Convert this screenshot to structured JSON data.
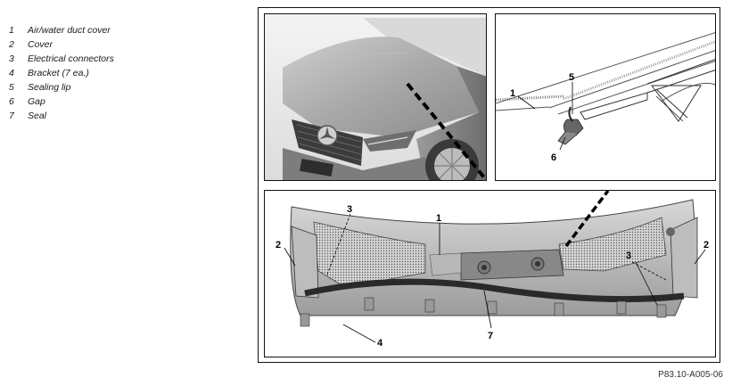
{
  "legend": [
    {
      "num": "1",
      "text": "Air/water duct cover"
    },
    {
      "num": "2",
      "text": "Cover"
    },
    {
      "num": "3",
      "text": "Electrical connectors"
    },
    {
      "num": "4",
      "text": "Bracket (7 ea.)"
    },
    {
      "num": "5",
      "text": "Sealing lip"
    },
    {
      "num": "6",
      "text": "Gap"
    },
    {
      "num": "7",
      "text": "Seal"
    }
  ],
  "callouts": {
    "detail": {
      "c1": "1",
      "c5": "5",
      "c6": "6"
    },
    "bottom": {
      "c3a": "3",
      "c1": "1",
      "c2a": "2",
      "c2b": "2",
      "c3b": "3",
      "c4": "4",
      "c7": "7"
    }
  },
  "figure_code": "P83.10-A005-06"
}
